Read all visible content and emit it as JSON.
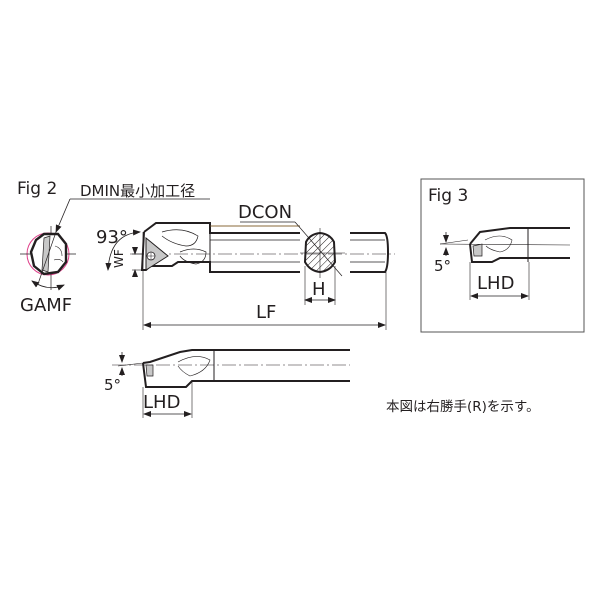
{
  "figures": {
    "fig2": {
      "title": "Fig 2",
      "dmin_label": "DMIN最小加工径",
      "gamf_label": "GAMF",
      "angle_label": "93°",
      "wf_label": "WF",
      "dcon_label": "DCON",
      "h_label": "H",
      "lf_label": "LF"
    },
    "fig3": {
      "title": "Fig 3",
      "angle_label": "5°",
      "lhd_label": "LHD"
    },
    "bottom_view": {
      "angle_label": "5°",
      "lhd_label": "LHD"
    }
  },
  "note": "本図は右勝手(R)を示す。",
  "colors": {
    "line": "#231f20",
    "dmin_circle": "#e0408a",
    "insert_fill": "#c8c8c8",
    "background": "#ffffff",
    "frame": "#555555"
  }
}
